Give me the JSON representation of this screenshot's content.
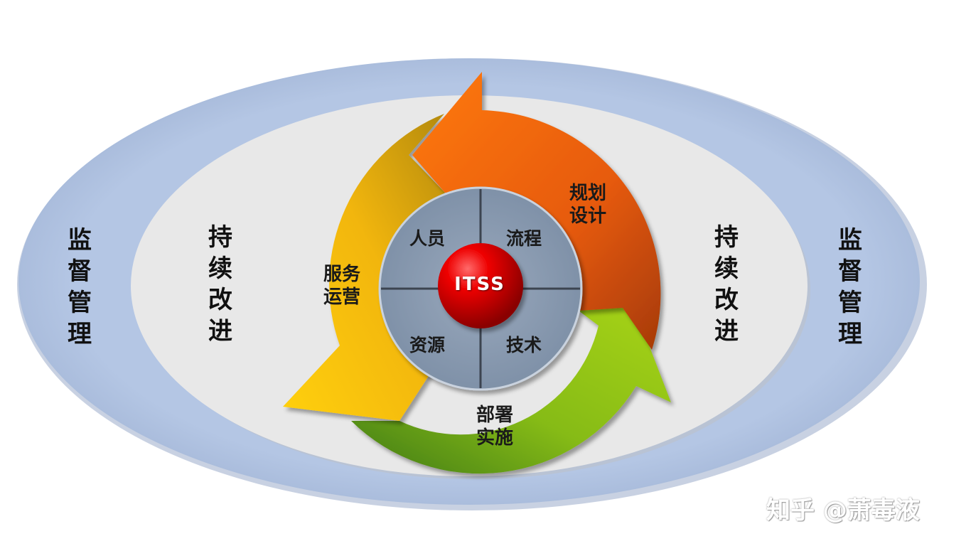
{
  "outer_ring": {
    "left_label": [
      "监",
      "督",
      "管",
      "理"
    ],
    "right_label": [
      "监",
      "督",
      "管",
      "理"
    ]
  },
  "inner_ring": {
    "left_label": [
      "持",
      "续",
      "改",
      "进"
    ],
    "right_label": [
      "持",
      "续",
      "改",
      "进"
    ]
  },
  "cycle": {
    "planning": [
      "规划",
      "设计"
    ],
    "deployment": [
      "部署",
      "实施"
    ],
    "operation": [
      "服务",
      "运营"
    ]
  },
  "core": {
    "top_left": "人员",
    "top_right": "流程",
    "bottom_left": "资源",
    "bottom_right": "技术",
    "center": "ITSS"
  },
  "watermark": "知乎 @萧毒液",
  "colors": {
    "outer_ring": "#b4c6e4",
    "inner_ring": "#e8e8e8",
    "planning_arrow": "#ec5a0c",
    "deployment_arrow": "#8cc21a",
    "operation_arrow": "#f2bc10",
    "core_disc": "#8698ae",
    "center_sphere": "#d80000"
  }
}
